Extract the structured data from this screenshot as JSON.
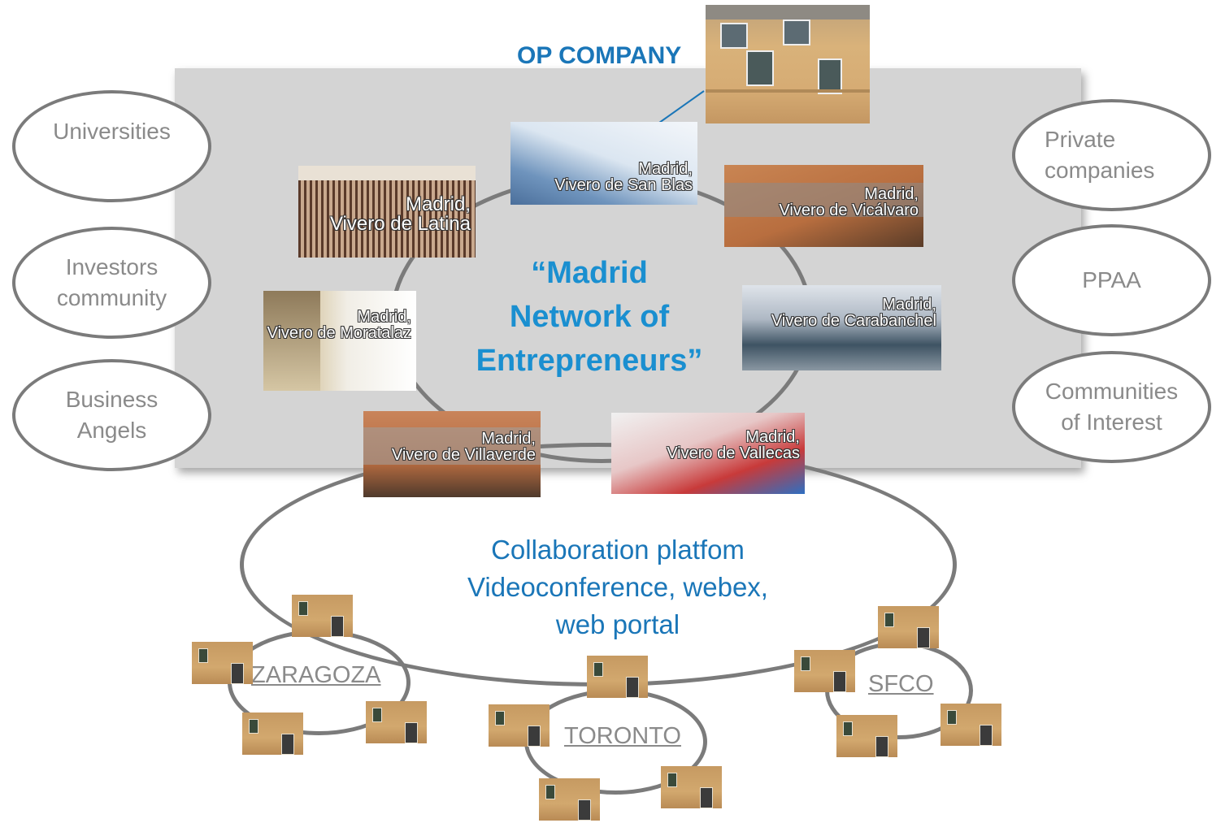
{
  "op_company": "OP COMPANY",
  "network_title": [
    "“Madrid",
    "Network of",
    "Entrepreneurs”"
  ],
  "left_stakeholders": [
    [
      "Universities"
    ],
    [
      "Investors",
      "community"
    ],
    [
      "Business",
      "Angels"
    ]
  ],
  "right_stakeholders": [
    [
      "Private",
      "companies"
    ],
    [
      "PPAA"
    ],
    [
      "Communities",
      "of Interest"
    ]
  ],
  "viveros": {
    "san_blas": [
      "Madrid,",
      "Vivero de San Blas"
    ],
    "latina": [
      "Madrid,",
      "Vivero de Latina"
    ],
    "vicalvaro": [
      "Madrid,",
      "Vivero de Vicálvaro"
    ],
    "moratalaz": [
      "Madrid,",
      "Vivero de Moratalaz"
    ],
    "carabanchel": [
      "Madrid,",
      "Vivero de Carabanchel"
    ],
    "villaverde": [
      "Madrid,",
      "Vivero de Villaverde"
    ],
    "vallecas": [
      "Madrid,",
      "Vivero de Vallecas"
    ]
  },
  "collaboration": [
    "Collaboration platfom",
    "Videoconference, webex,",
    "web portal"
  ],
  "cities": {
    "zaragoza": "ZARAGOZA",
    "toronto": "TORONTO",
    "sfco": "SFCO"
  },
  "colors": {
    "title_blue": "#1a8fd0",
    "label_blue": "#1a76b8",
    "outline_gray": "#7b7b7b",
    "panel_gray": "#d4d4d4"
  }
}
